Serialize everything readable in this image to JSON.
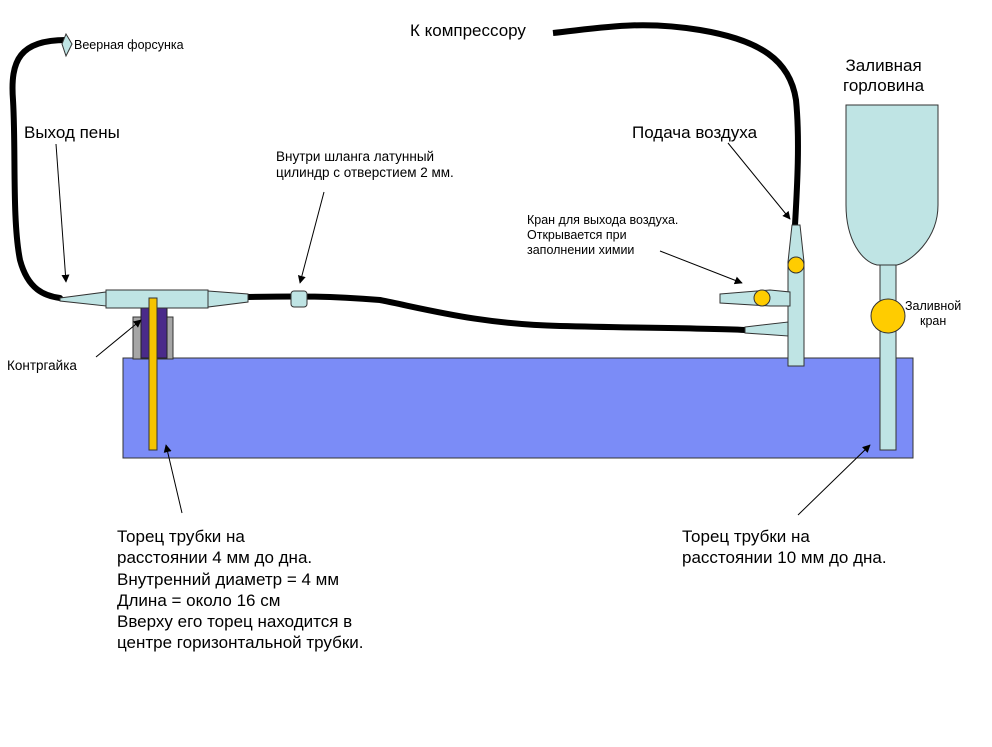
{
  "labels": {
    "fan_nozzle": "Веерная форсунка",
    "foam_outlet": "Выход пены",
    "to_compressor": "К компрессору",
    "fill_neck": "Заливная\nгорловина",
    "air_supply": "Подача воздуха",
    "brass_cylinder": "Внутри шланга латунный\nцилиндр с отверстием 2 мм.",
    "air_release_valve": "Кран для выхода воздуха.\nОткрывается при\nзаполнении химии",
    "fill_valve": "Заливной\nкран",
    "locknut": "Контргайка",
    "tube_end_left": "Торец трубки на\nрасстоянии 4 мм до дна.\nВнутренний диаметр = 4 мм\nДлина = около 16 см\nВверху его торец находится в\nцентре горизонтальной трубки.",
    "tube_end_right": "Торец трубки на\nрасстоянии 10 мм до дна."
  },
  "colors": {
    "tank": "#7b8cf7",
    "pipe": "#bfe4e4",
    "hose": "#000000",
    "valve": "#ffcc00",
    "inner_tube": "#f5c400",
    "locknut": "#4a2a8a",
    "base": "#a6a6a6"
  }
}
